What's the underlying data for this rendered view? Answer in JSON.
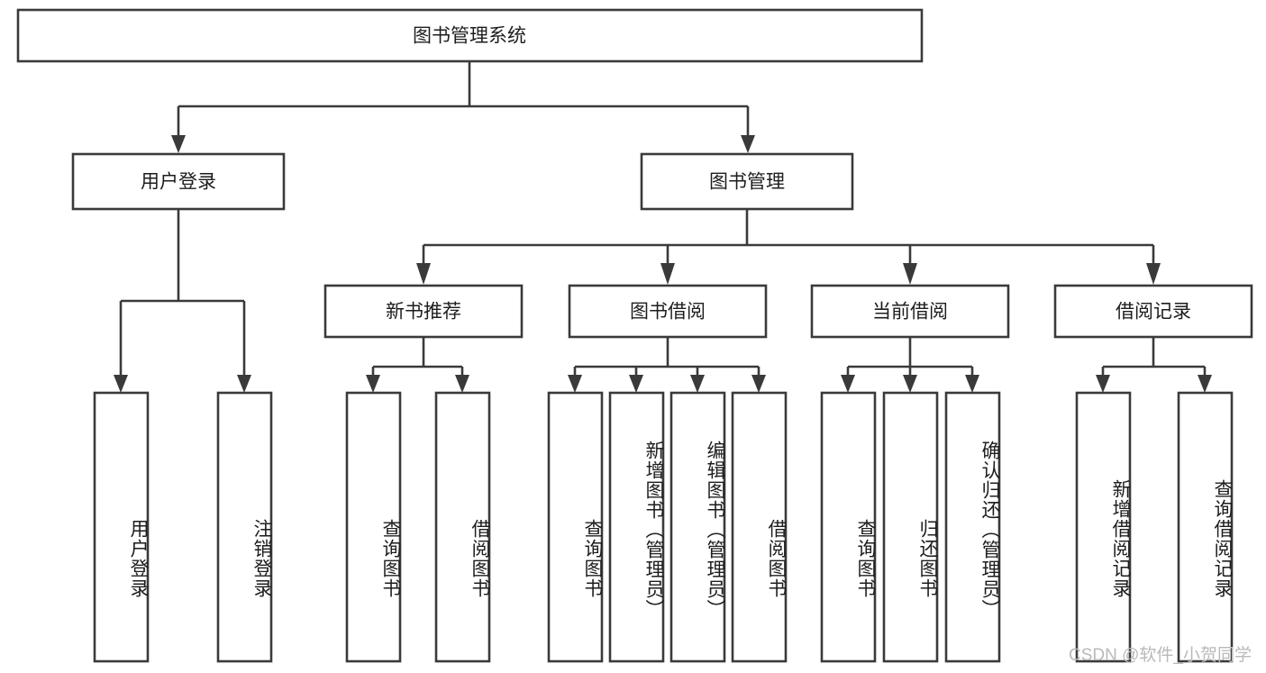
{
  "diagram": {
    "title": "图书管理系统",
    "type": "tree-hierarchy",
    "root": {
      "label": "图书管理系统"
    },
    "level2": [
      {
        "label": "用户登录"
      },
      {
        "label": "图书管理"
      }
    ],
    "level3": [
      {
        "label": "新书推荐"
      },
      {
        "label": "图书借阅"
      },
      {
        "label": "当前借阅"
      },
      {
        "label": "借阅记录"
      }
    ],
    "leaves": {
      "user_login": [
        {
          "label": "用户登录"
        },
        {
          "label": "注销登录"
        }
      ],
      "new_book_recommend": [
        {
          "label": "查询图书"
        },
        {
          "label": "借阅图书"
        }
      ],
      "book_borrow": [
        {
          "label": "查询图书"
        },
        {
          "label": "新增图书（管理员）"
        },
        {
          "label": "编辑图书（管理员）"
        },
        {
          "label": "借阅图书"
        }
      ],
      "current_borrow": [
        {
          "label": "查询图书"
        },
        {
          "label": "归还图书"
        },
        {
          "label": "确认归还（管理员）"
        }
      ],
      "borrow_record": [
        {
          "label": "新增借阅记录"
        },
        {
          "label": "查询借阅记录"
        }
      ]
    }
  },
  "watermark": {
    "text": "CSDN @软件_小贺同学"
  },
  "colors": {
    "box_stroke": "#3a3a3a",
    "box_fill": "#ffffff",
    "text": "#1d1d1d",
    "watermark": "#b9b9b9",
    "background": "#ffffff"
  }
}
